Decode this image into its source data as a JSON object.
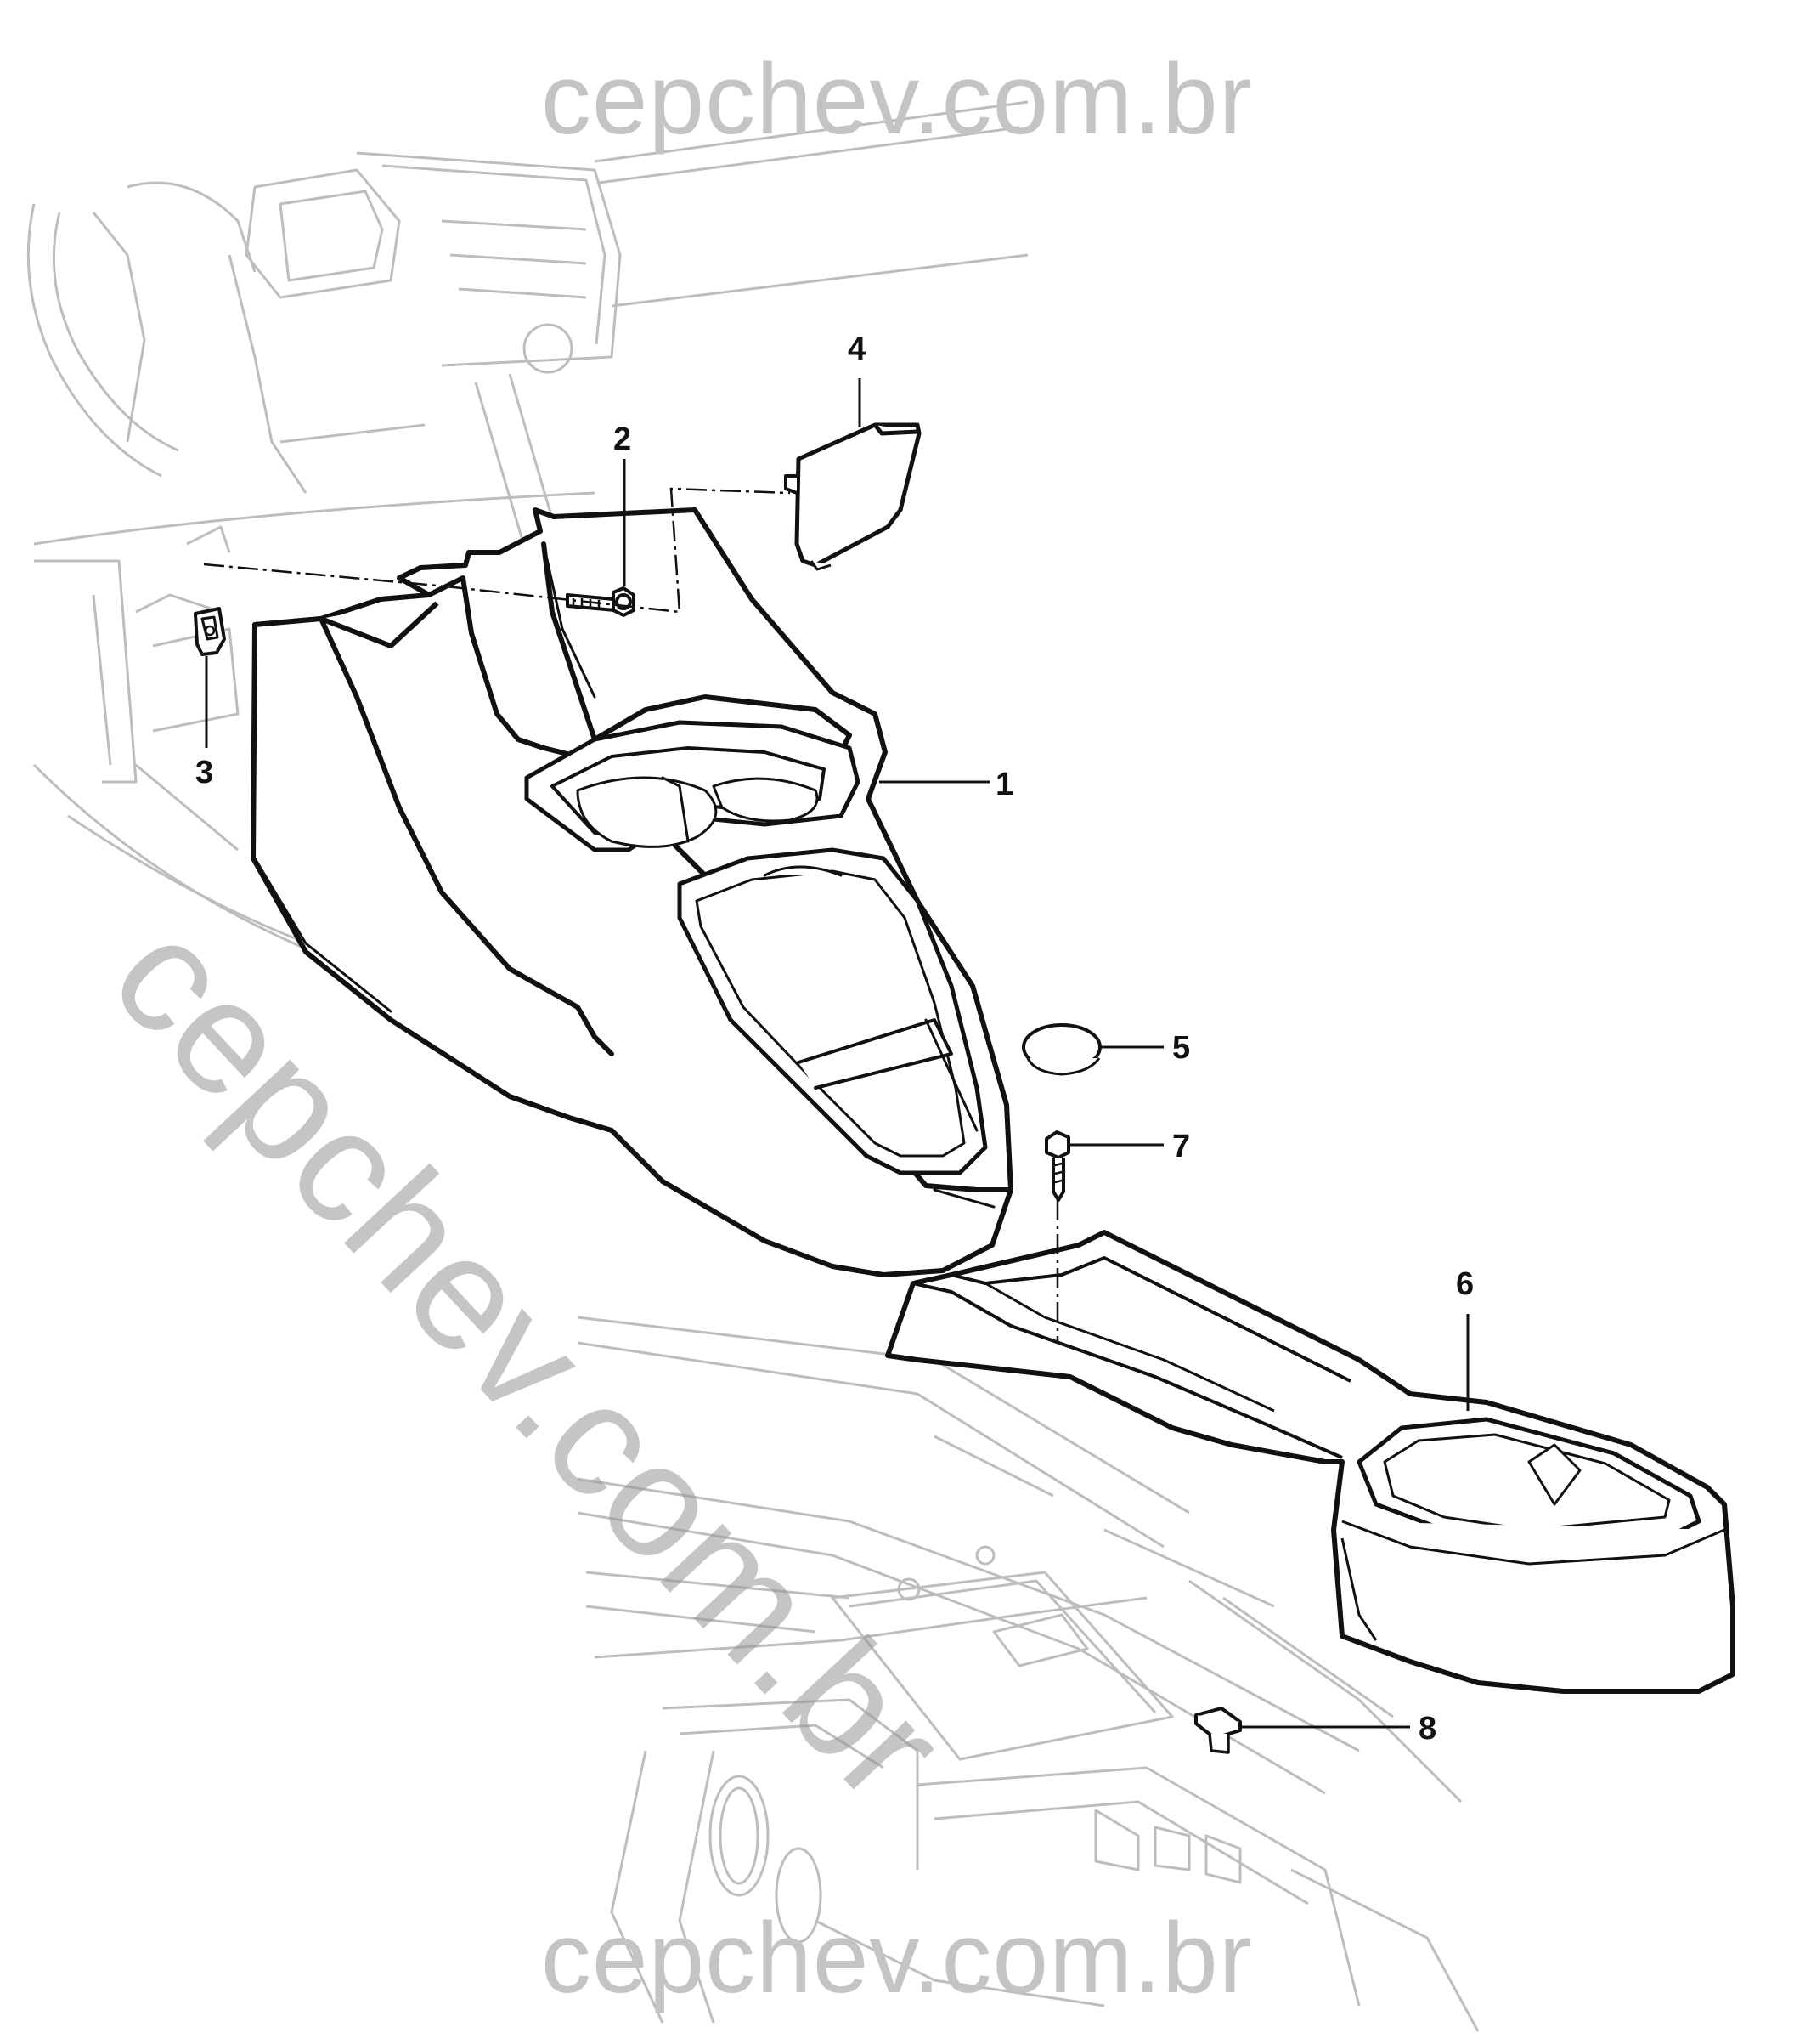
{
  "watermark": {
    "top": "cepchev.com.br",
    "diagonal": "cepchev.com.br",
    "bottom": "cepchev.com.br"
  },
  "callouts": [
    {
      "id": "1",
      "label": "1"
    },
    {
      "id": "2",
      "label": "2"
    },
    {
      "id": "3",
      "label": "3"
    },
    {
      "id": "4",
      "label": "4"
    },
    {
      "id": "5",
      "label": "5"
    },
    {
      "id": "6",
      "label": "6"
    },
    {
      "id": "7",
      "label": "7"
    },
    {
      "id": "8",
      "label": "8"
    }
  ],
  "colors": {
    "line": "#111111",
    "context_line": "#bdbdbd",
    "watermark": "#c4c4c4"
  }
}
